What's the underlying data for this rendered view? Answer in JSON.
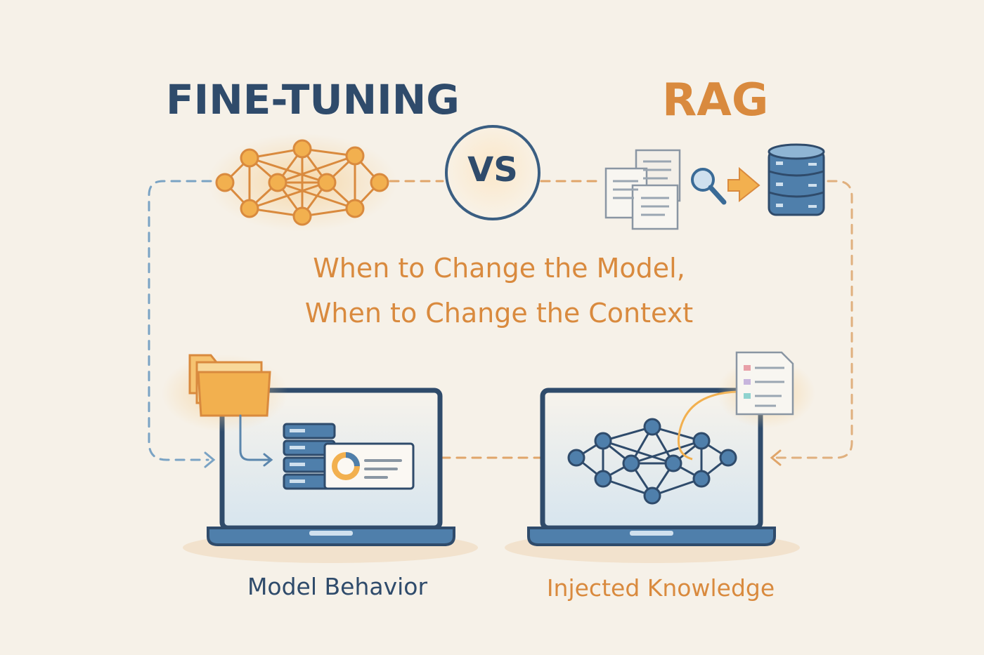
{
  "titles": {
    "left": "FINE-TUNING",
    "right": "RAG",
    "vs": "VS"
  },
  "subtitle": {
    "line1": "When to Change the Model,",
    "line2": "When to Change the Context"
  },
  "labels": {
    "left": "Model Behavior",
    "right": "Injected Knowledge"
  },
  "icons": {
    "top_left": "neural-network-icon",
    "top_right": [
      "documents-icon",
      "magnifier-icon",
      "arrow-icon",
      "database-icon"
    ],
    "bottom_left": [
      "folder-icon",
      "laptop-icon",
      "database-icon",
      "dashboard-card-icon"
    ],
    "bottom_right": [
      "laptop-icon",
      "neural-network-icon",
      "document-icon"
    ]
  },
  "colors": {
    "navy": "#2f4b6b",
    "blue": "#3a6b97",
    "orange": "#d98a3e",
    "background": "#f6f1e8"
  }
}
